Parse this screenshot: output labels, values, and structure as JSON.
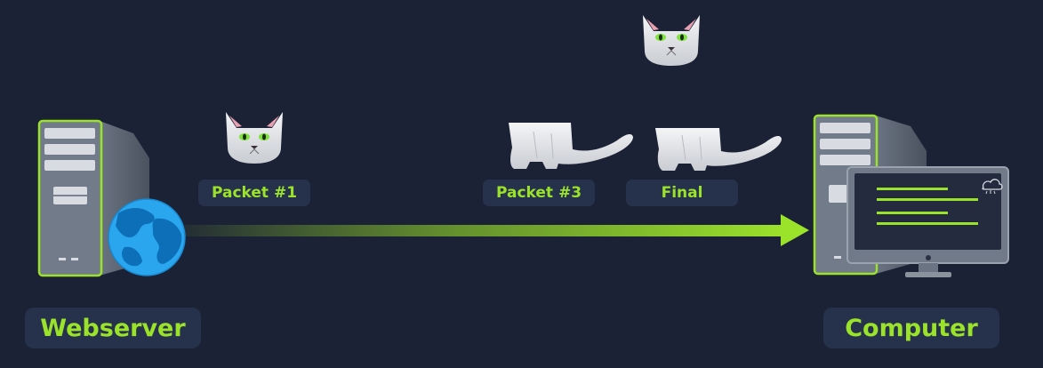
{
  "nodes": {
    "source_label": "Webserver",
    "target_label": "Computer"
  },
  "packets": [
    {
      "label": "Packet #1"
    },
    {
      "label": "Packet #3"
    },
    {
      "label": "Final"
    }
  ],
  "colors": {
    "background": "#1c2235",
    "accent": "#9be22b",
    "pill_background": "#26314b",
    "server_body": "#5f6877",
    "globe": "#29a0e6"
  },
  "icons": {
    "server": "server-tower-icon",
    "globe": "globe-icon",
    "monitor": "monitor-icon",
    "cloud": "cloud-icon",
    "cat_head": "cat-head-icon",
    "cat_body": "cat-body-icon"
  }
}
